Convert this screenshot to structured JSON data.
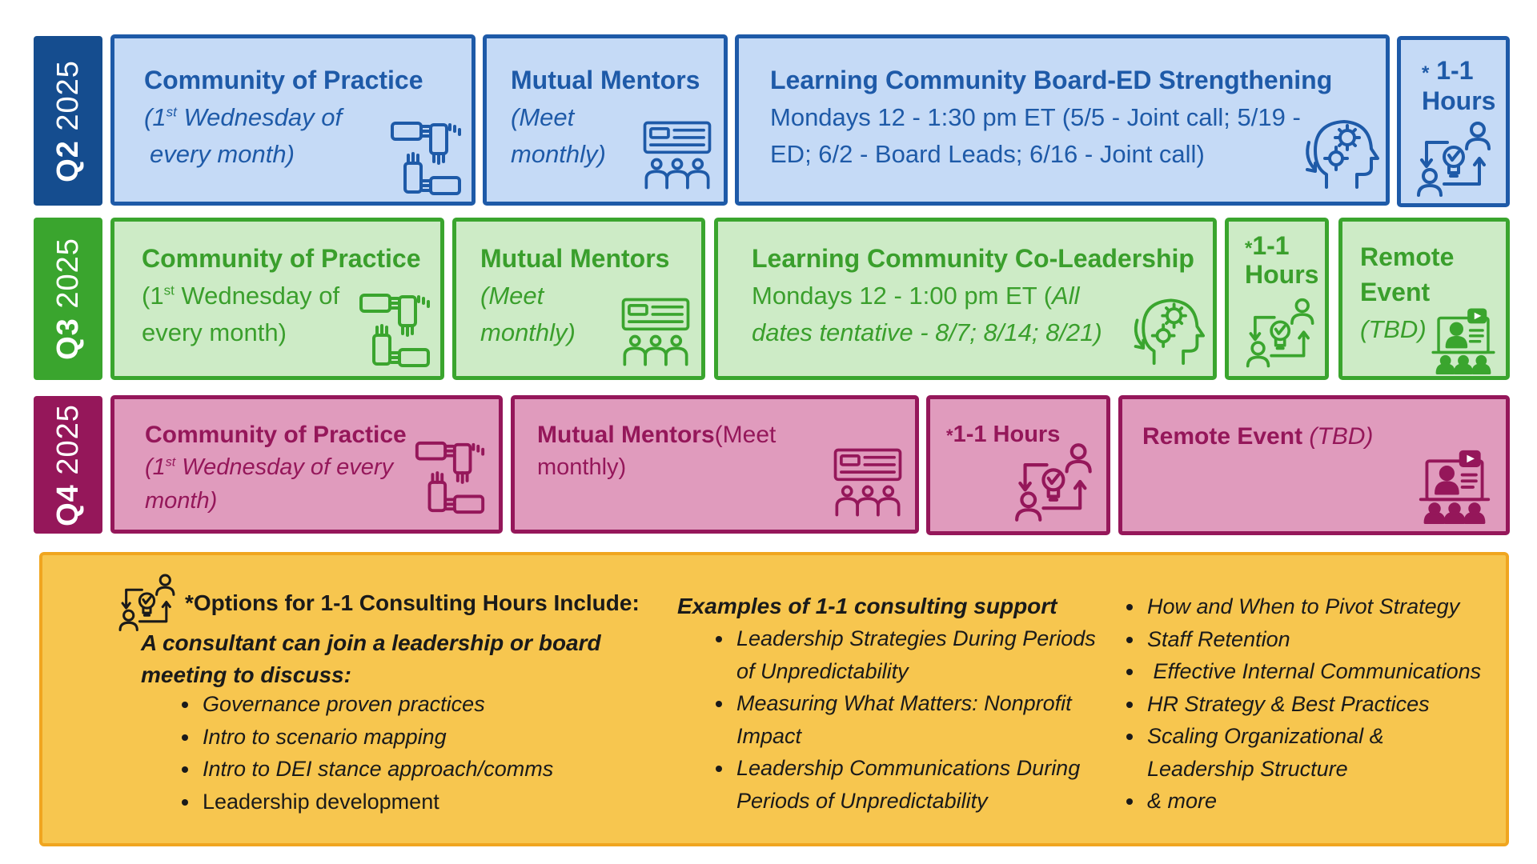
{
  "q2": {
    "label_q": "Q2",
    "label_year": "2025",
    "colors": {
      "fill": "#c5daf6",
      "border": "#1e5aa8",
      "label": "#154d8f"
    },
    "cop": {
      "title": "Community of Practice",
      "desc_pre": "(1",
      "desc_sup": "st",
      "desc_line1_rest": " Wednesday of",
      "desc_line2": "every month)"
    },
    "mm": {
      "title": "Mutual Mentors",
      "line1": "(Meet",
      "line2": "monthly)"
    },
    "lc": {
      "title": "Learning Community Board-ED Strengthening",
      "line1": "Mondays 12 - 1:30 pm ET (5/5 - Joint call; 5/19 -",
      "line2": "ED; 6/2 - Board Leads; 6/16 - Joint call)"
    },
    "hours": {
      "star": "*",
      "line1": "1-1",
      "line2": "Hours"
    }
  },
  "q3": {
    "label_q": "Q3",
    "label_year": "2025",
    "colors": {
      "fill": "#cdebc6",
      "border": "#3aa52e",
      "label": "#3aa52e"
    },
    "cop": {
      "title": "Community of Practice",
      "desc_pre": "(1",
      "desc_sup": "st",
      "desc_line1_rest": " Wednesday of",
      "desc_line2": "every month)"
    },
    "mm": {
      "title": "Mutual Mentors",
      "line1": "(Meet",
      "line2": "monthly)"
    },
    "lc": {
      "title": "Learning Community Co-Leadership",
      "line1_normal": "Mondays 12 - 1:00 pm ET (",
      "line1_italic": "All",
      "line2": "dates tentative - 8/7;  8/14; 8/21)"
    },
    "hours": {
      "star": "*",
      "line1": "1-1",
      "line2": "Hours"
    },
    "remote": {
      "line1": "Remote",
      "line2": "Event",
      "line3": "(TBD)"
    }
  },
  "q4": {
    "label_q": "Q4",
    "label_year": "2025",
    "colors": {
      "fill": "#e09bbd",
      "border": "#95175a",
      "label": "#95175a"
    },
    "cop": {
      "title": "Community of Practice",
      "desc_pre": "(1",
      "desc_sup": "st",
      "desc_line1_rest": " Wednesday of every",
      "desc_line2": "month)"
    },
    "mm": {
      "title": "Mutual Mentors",
      "title_suffix": "(Meet",
      "line2": "monthly)"
    },
    "hours": {
      "star": "*",
      "text": "1-1  Hours"
    },
    "remote": {
      "title": "Remote Event",
      "suffix": "(TBD)"
    }
  },
  "options": {
    "colors": {
      "fill": "#f7c64f",
      "border": "#f0a51f"
    },
    "heading": "*Options for 1-1 Consulting Hours Include:",
    "sub_line1": "A consultant can join a leadership or board",
    "sub_line2": "meeting to discuss:",
    "list1": [
      "Governance proven practices",
      "Intro to scenario mapping",
      "Intro to DEI stance approach/comms",
      "Leadership development"
    ],
    "examples_heading": "Examples of 1-1 consulting support",
    "list2": [
      [
        "Leadership Strategies During Periods",
        "of Unpredictability"
      ],
      [
        "Measuring What Matters: Nonprofit",
        "Impact"
      ],
      [
        "Leadership Communications During",
        "Periods of Unpredictability"
      ]
    ],
    "list3": [
      "How and When to Pivot Strategy",
      "Staff Retention",
      " Effective Internal Communications",
      "HR Strategy & Best Practices",
      [
        "Scaling Organizational &",
        "Leadership Structure"
      ],
      "& more"
    ]
  },
  "icons": [
    "hands-icon",
    "mentors-icon",
    "head-gears-icon",
    "consulting-icon",
    "remote-event-icon"
  ]
}
